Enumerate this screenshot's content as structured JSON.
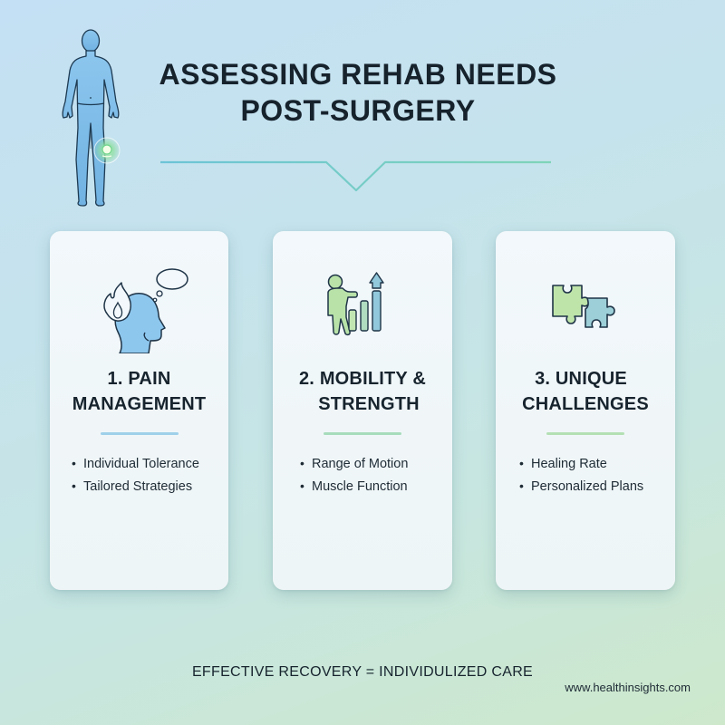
{
  "header": {
    "title_line1": "ASSESSING REHAB NEEDS",
    "title_line2": "POST-SURGERY",
    "figure_icon": "human-body-knee-highlight-icon"
  },
  "cards": [
    {
      "number": "1.",
      "heading_line1": "1. PAIN",
      "heading_line2": "MANAGEMENT",
      "icon": "head-with-flame-and-thought-bubble-icon",
      "accent_color": "#9fd0ea",
      "bullets": [
        "Individual Tolerance",
        "Tailored Strategies"
      ]
    },
    {
      "number": "2.",
      "heading_line1": "2. MOBILITY &",
      "heading_line2": "STRENGTH",
      "icon": "person-with-rising-bars-icon",
      "accent_color": "#a8dcbc",
      "bullets": [
        "Range of Motion",
        "Muscle Function"
      ]
    },
    {
      "number": "3.",
      "heading_line1": "3. UNIQUE",
      "heading_line2": "CHALLENGES",
      "icon": "puzzle-pieces-icon",
      "accent_color": "#b4e0b4",
      "bullets": [
        "Healing Rate",
        "Personalized Plans"
      ]
    }
  ],
  "footer": {
    "tagline": "EFFECTIVE RECOVERY = INDIVIDULIZED CARE",
    "url": "www.healthinsights.com"
  },
  "colors": {
    "background_top": "#c4e0f4",
    "background_bottom": "#cde8cb",
    "card_bg": "#f2f8fb",
    "text": "#16222c",
    "divider_left": "#6cc4d6",
    "divider_right": "#7fd4b8"
  }
}
